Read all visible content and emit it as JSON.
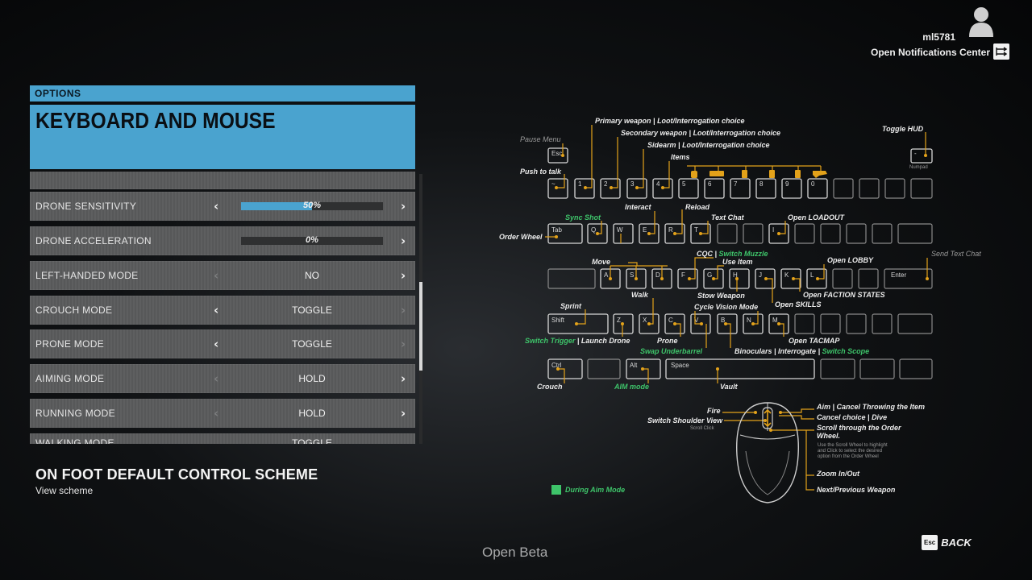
{
  "user": {
    "name": "ml5781",
    "notifications_label": "Open Notifications Center"
  },
  "options": {
    "header": "OPTIONS",
    "title": "KEYBOARD AND MOUSE",
    "rows": [
      {
        "label": "DRONE SENSITIVITY",
        "type": "slider",
        "value": 50,
        "display": "50%"
      },
      {
        "label": "DRONE ACCELERATION",
        "type": "slider",
        "value": 0,
        "display": "0%"
      },
      {
        "label": "LEFT-HANDED MODE",
        "type": "choice",
        "value": "NO"
      },
      {
        "label": "CROUCH MODE",
        "type": "choice",
        "value": "TOGGLE"
      },
      {
        "label": "PRONE MODE",
        "type": "choice",
        "value": "TOGGLE"
      },
      {
        "label": "AIMING MODE",
        "type": "choice",
        "value": "HOLD"
      },
      {
        "label": "RUNNING MODE",
        "type": "choice",
        "value": "HOLD"
      },
      {
        "label": "WALKING MODE",
        "type": "choice",
        "value": "TOGGLE"
      }
    ]
  },
  "scheme": {
    "title": "ON FOOT DEFAULT CONTROL SCHEME",
    "subtitle": "View scheme"
  },
  "footer": {
    "build_label": "Open Beta",
    "back_key": "Esc",
    "back_label": "BACK"
  },
  "keyboard": {
    "keys": {
      "esc": "Esc",
      "tilde": "~",
      "n1": "1",
      "n2": "2",
      "n3": "3",
      "n4": "4",
      "n5": "5",
      "n6": "6",
      "n7": "7",
      "n8": "8",
      "n9": "9",
      "n0": "0",
      "tab": "Tab",
      "q": "Q",
      "w": "W",
      "e": "E",
      "r": "R",
      "t": "T",
      "i": "I",
      "a": "A",
      "s": "S",
      "d": "D",
      "f": "F",
      "g": "G",
      "h": "H",
      "j": "J",
      "k": "K",
      "l": "L",
      "enter": "Enter",
      "shift": "Shift",
      "z": "Z",
      "x": "X",
      "c": "C",
      "v": "V",
      "b": "B",
      "n": "N",
      "m": "M",
      "ctrl": "Ctrl",
      "alt": "Alt",
      "space": "Space",
      "numpad_key": "-",
      "numpad_label": "Numpad"
    },
    "labels": {
      "pause_menu": "Pause Menu",
      "push_to_talk": "Push to talk",
      "primary": "Primary weapon",
      "primary_alt": "Loot/Interrogation choice",
      "secondary": "Secondary weapon",
      "secondary_alt": "Loot/Interrogation choice",
      "sidearm": "Sidearm",
      "sidearm_alt": "Loot/Interrogation choice",
      "items": "Items",
      "toggle_hud": "Toggle HUD",
      "sync_shot": "Sync Shot",
      "interact": "Interact",
      "reload": "Reload",
      "text_chat": "Text Chat",
      "open_loadout": "Open LOADOUT",
      "order_wheel": "Order Wheel",
      "move": "Move",
      "cqc": "CQC",
      "switch_muzzle": "Switch Muzzle",
      "use_item": "Use Item",
      "open_lobby": "Open LOBBY",
      "send_text_chat": "Send Text Chat",
      "stow_weapon": "Stow Weapon",
      "open_skills": "Open SKILLS",
      "open_faction": "Open FACTION STATES",
      "walk": "Walk",
      "sprint": "Sprint",
      "cycle_vision": "Cycle Vision Mode",
      "prone": "Prone",
      "open_tacmap": "Open TACMAP",
      "switch_trigger": "Switch Trigger",
      "launch_drone": "Launch Drone",
      "swap_underbarrel": "Swap Underbarrel",
      "binoculars": "Binoculars",
      "interrogate": "Interrogate",
      "switch_scope": "Switch Scope",
      "crouch": "Crouch",
      "aim_mode": "AIM mode",
      "vault": "Vault"
    },
    "mouse": {
      "fire": "Fire",
      "switch_shoulder": "Switch Shoulder View",
      "scroll_click": "Scroll Click",
      "aim": "Aim",
      "cancel_throw": "Cancel Throwing the Item",
      "cancel_choice": "Cancel choice",
      "dive": "Dive",
      "scroll_order": "Scroll through the Order",
      "scroll_order2": "Wheel.",
      "scroll_help1": "Use the Scroll Wheel to highlight",
      "scroll_help2": "and Click to select the desired",
      "scroll_help3": "option from the Order Wheel",
      "zoom": "Zoom In/Out",
      "next_prev": "Next/Previous Weapon"
    },
    "legend": {
      "label": "During Aim Mode",
      "color": "#3ec46a"
    },
    "colors": {
      "leader": "#e3a21a",
      "green_text": "#3ec46a",
      "options_blue": "#4aa3cf"
    }
  }
}
